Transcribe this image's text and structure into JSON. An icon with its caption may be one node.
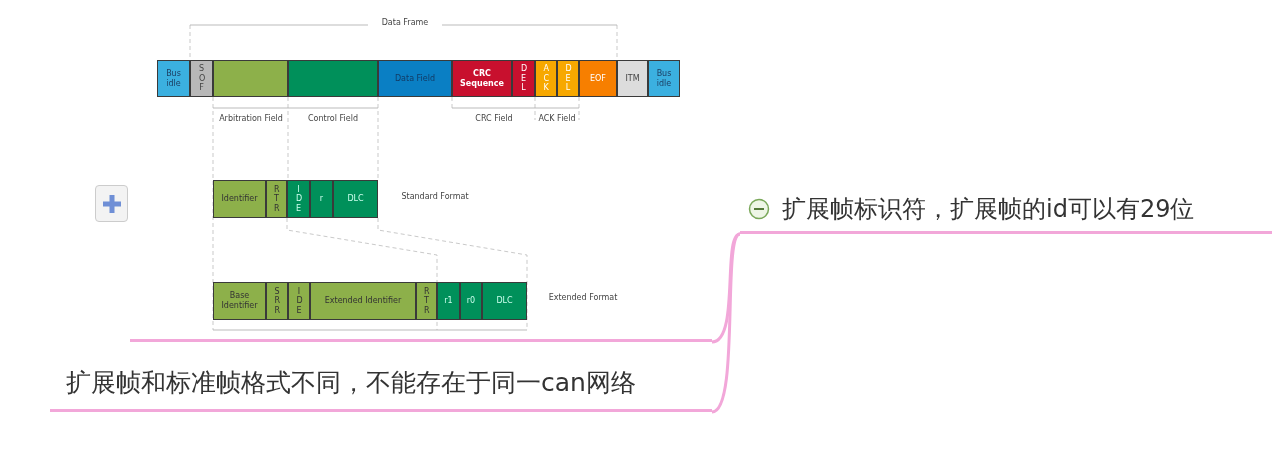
{
  "diagram": {
    "nodes": [
      {
        "text": [],
        "shape": "picture"
      },
      {
        "text": [
          "Bus idle"
        ],
        "in": 0
      },
      {
        "text": [
          "SOF"
        ],
        "in": 0
      },
      {
        "text": [],
        "shape": "box",
        "in": 0
      },
      {
        "text": [],
        "shape": "box",
        "in": 0
      },
      {
        "text": [
          "Data Field"
        ],
        "in": 0
      },
      {
        "text": [
          "CRC Sequence"
        ],
        "in": 0
      },
      {
        "text": [
          "DEL"
        ],
        "in": 0
      },
      {
        "text": [
          "ACK"
        ],
        "in": 0
      },
      {
        "text": [
          "DEL"
        ],
        "in": 0
      },
      {
        "text": [
          "EOF"
        ],
        "in": 0
      },
      {
        "text": [
          "ITM"
        ],
        "in": 0
      },
      {
        "text": [
          "Bus idle"
        ],
        "in": 0
      },
      {
        "text": [
          "Identifier"
        ],
        "in": 0
      },
      {
        "text": [
          "RTR"
        ],
        "in": 0
      },
      {
        "text": [
          "IDE"
        ],
        "in": 0
      },
      {
        "text": [
          "r"
        ],
        "in": 0
      },
      {
        "text": [
          "DLC"
        ],
        "in": 0
      },
      {
        "text": [
          "Base Identifier"
        ],
        "in": 0
      },
      {
        "text": [
          "SRR"
        ],
        "in": 0
      },
      {
        "text": [
          "IDE"
        ],
        "in": 0
      },
      {
        "text": [
          "Extended Identifier"
        ],
        "in": 0
      },
      {
        "text": [
          "RTR"
        ],
        "in": 0
      },
      {
        "text": [
          "r1"
        ],
        "in": 0
      },
      {
        "text": [
          "r0"
        ],
        "in": 0
      },
      {
        "text": [
          "DLC"
        ],
        "in": 0
      },
      {
        "text": [
          "扩展帧标识符，扩展帧的id可以有29位"
        ]
      },
      {
        "text": [
          "扩展帧和标准帧格式不同，不能存在于同一can网络"
        ]
      }
    ],
    "edges": [
      {
        "from": 26,
        "to": 0,
        "arrow": "none"
      },
      {
        "from": 26,
        "to": 27,
        "arrow": "none"
      }
    ],
    "labels": [
      "Data Frame",
      "Arbitration Field",
      "Control Field",
      "CRC Field",
      "ACK Field",
      "Standard Format",
      "Extended Format"
    ]
  }
}
